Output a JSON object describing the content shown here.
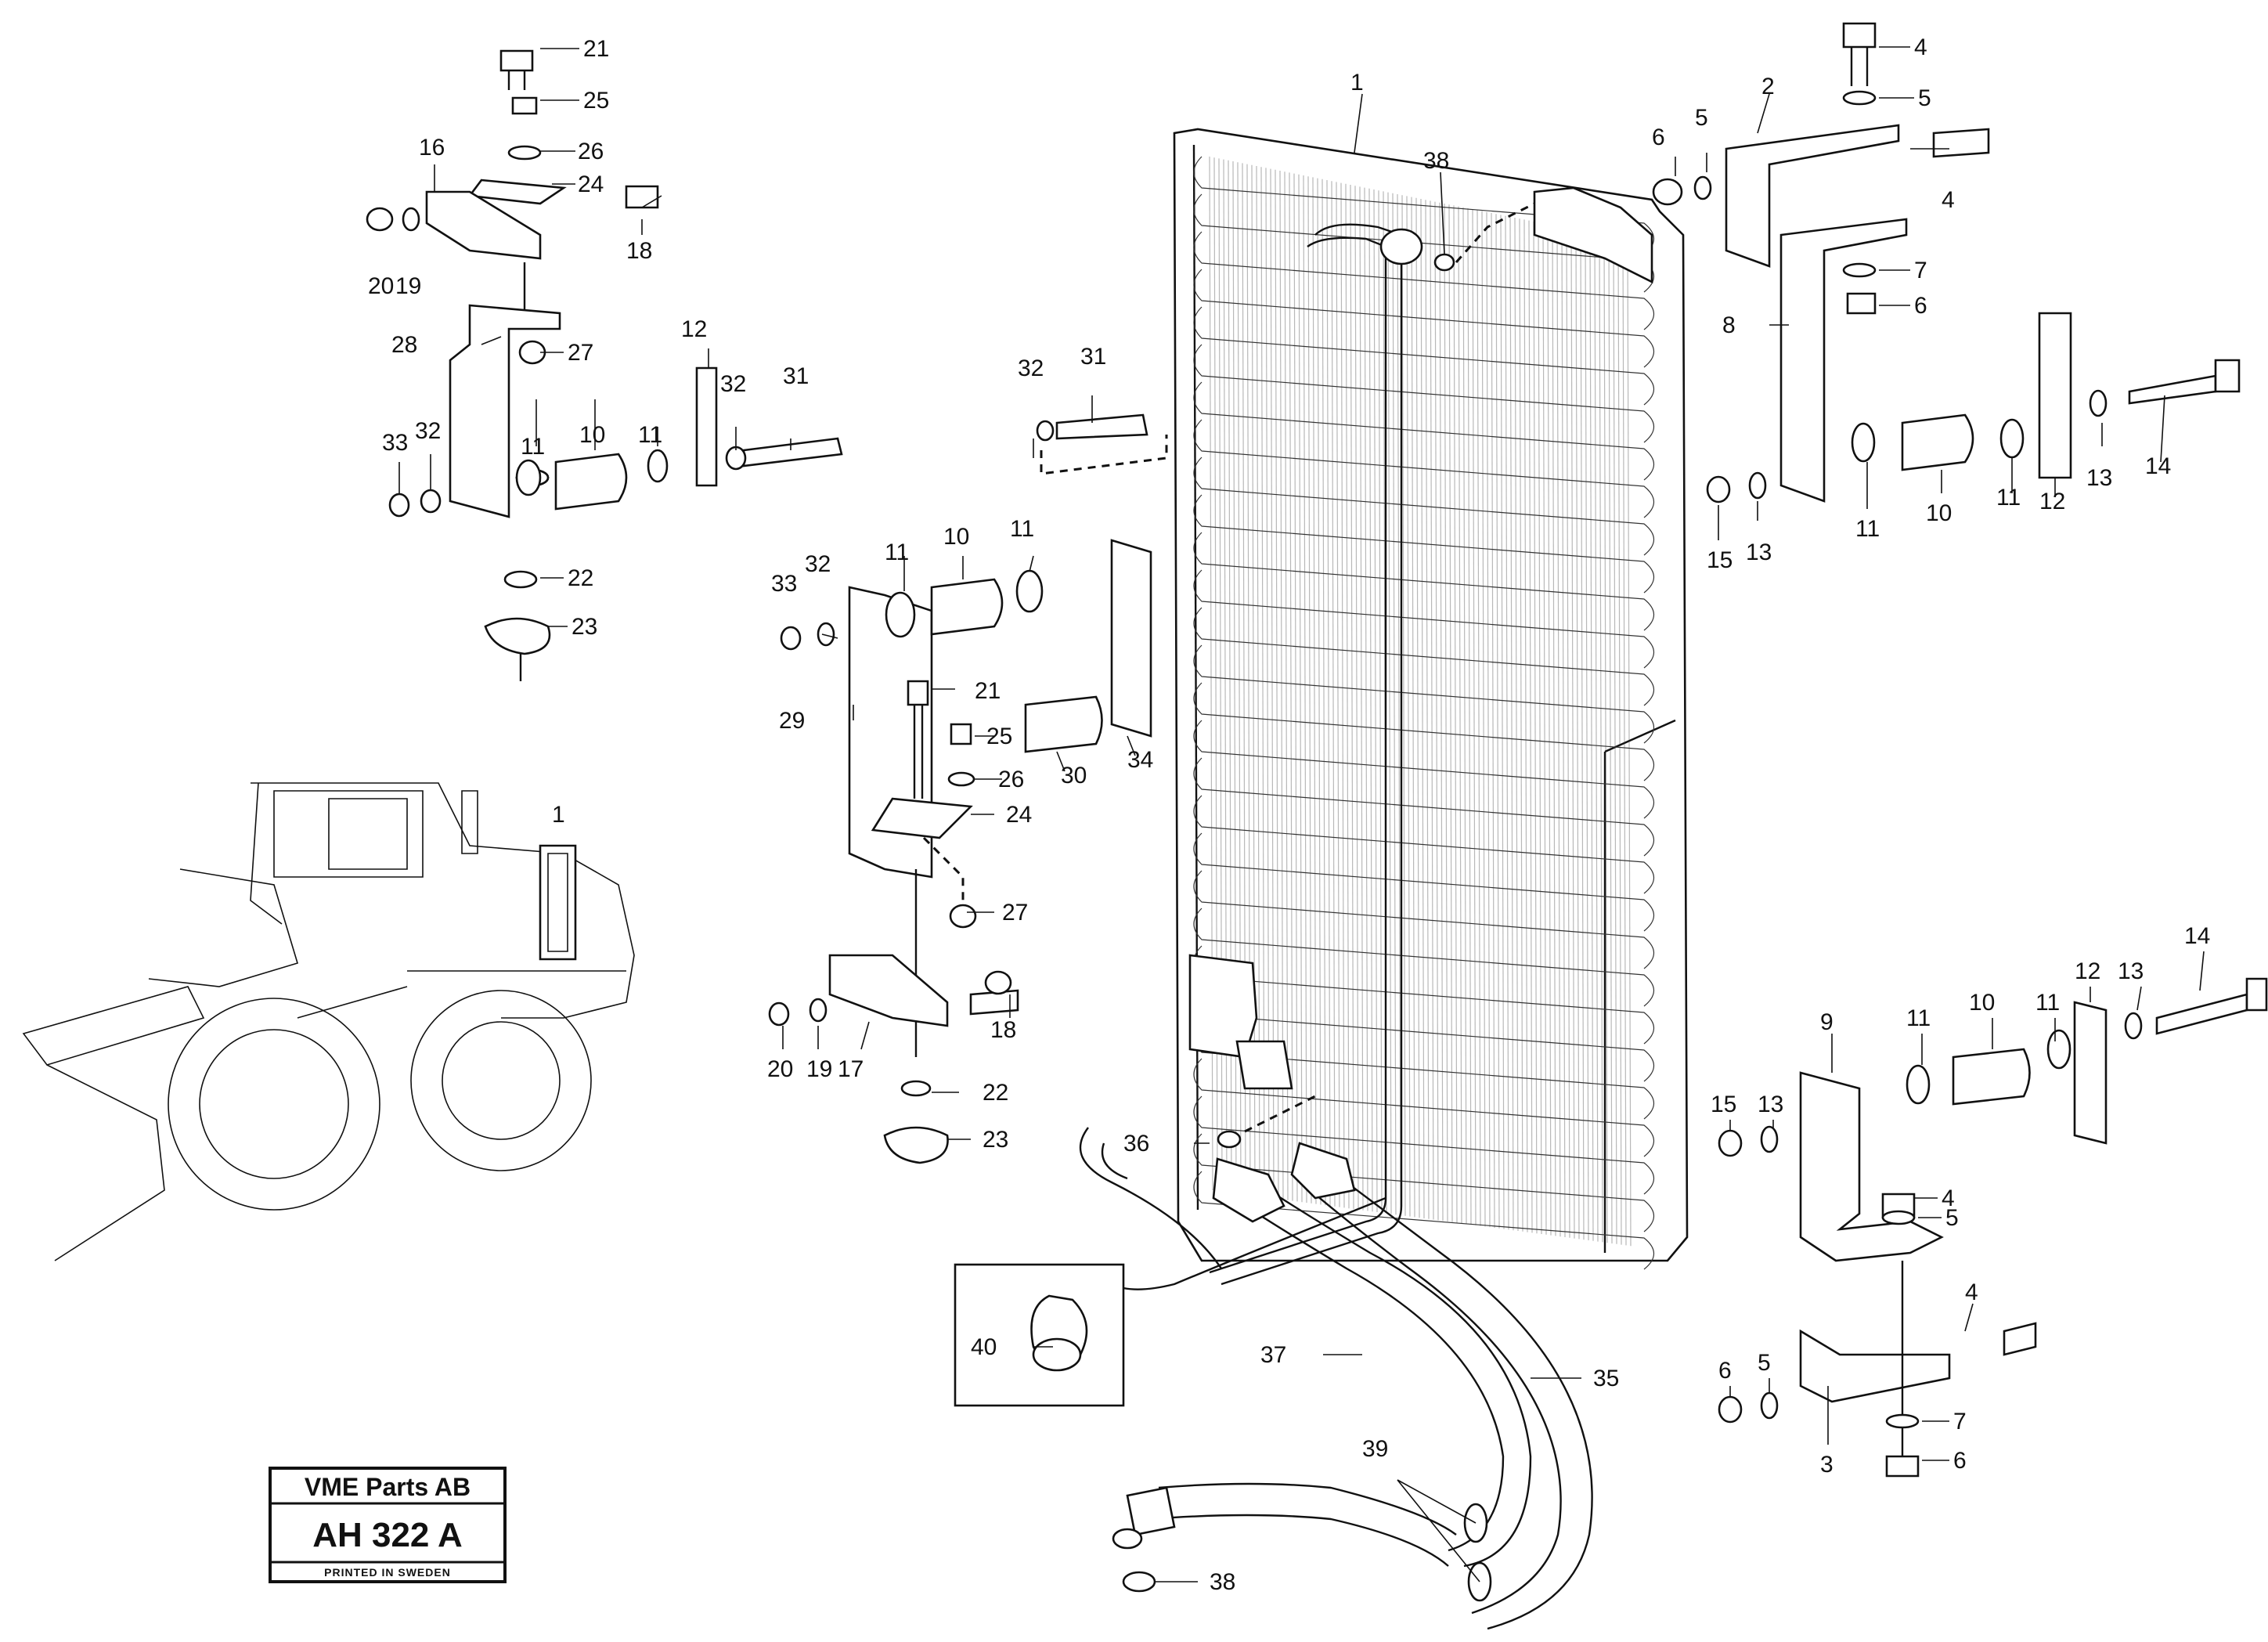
{
  "stamp": {
    "company": "VME Parts AB",
    "code": "AH 322 A",
    "printed": "PRINTED IN SWEDEN"
  },
  "inset_machine_label": "1",
  "callouts": [
    {
      "id": "c1a",
      "text": "1"
    },
    {
      "id": "c38a",
      "text": "38"
    },
    {
      "id": "c2",
      "text": "2"
    },
    {
      "id": "c4a",
      "text": "4"
    },
    {
      "id": "c5a",
      "text": "5"
    },
    {
      "id": "c5b",
      "text": "5"
    },
    {
      "id": "c6a",
      "text": "6"
    },
    {
      "id": "c4b",
      "text": "4"
    },
    {
      "id": "c7a",
      "text": "7"
    },
    {
      "id": "c6b",
      "text": "6"
    },
    {
      "id": "c8",
      "text": "8"
    },
    {
      "id": "c14a",
      "text": "14"
    },
    {
      "id": "c13a",
      "text": "13"
    },
    {
      "id": "c12a",
      "text": "12"
    },
    {
      "id": "c11a",
      "text": "11"
    },
    {
      "id": "c10a",
      "text": "10"
    },
    {
      "id": "c11b",
      "text": "11"
    },
    {
      "id": "c15a",
      "text": "15"
    },
    {
      "id": "c13b",
      "text": "13"
    },
    {
      "id": "c21a",
      "text": "21"
    },
    {
      "id": "c25a",
      "text": "25"
    },
    {
      "id": "c26a",
      "text": "26"
    },
    {
      "id": "c16",
      "text": "16"
    },
    {
      "id": "c24a",
      "text": "24"
    },
    {
      "id": "c18a",
      "text": "18"
    },
    {
      "id": "c20a",
      "text": "20"
    },
    {
      "id": "c19a",
      "text": "19"
    },
    {
      "id": "c28",
      "text": "28"
    },
    {
      "id": "c27a",
      "text": "27"
    },
    {
      "id": "c12b",
      "text": "12"
    },
    {
      "id": "c32a",
      "text": "32"
    },
    {
      "id": "c31a",
      "text": "31"
    },
    {
      "id": "c33a",
      "text": "33"
    },
    {
      "id": "c32b",
      "text": "32"
    },
    {
      "id": "c11c",
      "text": "11"
    },
    {
      "id": "c10b",
      "text": "10"
    },
    {
      "id": "c11d",
      "text": "11"
    },
    {
      "id": "c22a",
      "text": "22"
    },
    {
      "id": "c23a",
      "text": "23"
    },
    {
      "id": "c32c",
      "text": "32"
    },
    {
      "id": "c31b",
      "text": "31"
    },
    {
      "id": "c33b",
      "text": "33"
    },
    {
      "id": "c32d",
      "text": "32"
    },
    {
      "id": "c11e",
      "text": "11"
    },
    {
      "id": "c10c",
      "text": "10"
    },
    {
      "id": "c11f",
      "text": "11"
    },
    {
      "id": "c29",
      "text": "29"
    },
    {
      "id": "c21b",
      "text": "21"
    },
    {
      "id": "c25b",
      "text": "25"
    },
    {
      "id": "c26b",
      "text": "26"
    },
    {
      "id": "c30",
      "text": "30"
    },
    {
      "id": "c34",
      "text": "34"
    },
    {
      "id": "c24b",
      "text": "24"
    },
    {
      "id": "c27b",
      "text": "27"
    },
    {
      "id": "c18b",
      "text": "18"
    },
    {
      "id": "c20b",
      "text": "20"
    },
    {
      "id": "c19b",
      "text": "19"
    },
    {
      "id": "c17",
      "text": "17"
    },
    {
      "id": "c22b",
      "text": "22"
    },
    {
      "id": "c23b",
      "text": "23"
    },
    {
      "id": "c36",
      "text": "36"
    },
    {
      "id": "c40",
      "text": "40"
    },
    {
      "id": "c37",
      "text": "37"
    },
    {
      "id": "c35",
      "text": "35"
    },
    {
      "id": "c39",
      "text": "39"
    },
    {
      "id": "c38b",
      "text": "38"
    },
    {
      "id": "c9",
      "text": "9"
    },
    {
      "id": "c11g",
      "text": "11"
    },
    {
      "id": "c10d",
      "text": "10"
    },
    {
      "id": "c11h",
      "text": "11"
    },
    {
      "id": "c12c",
      "text": "12"
    },
    {
      "id": "c13c",
      "text": "13"
    },
    {
      "id": "c14b",
      "text": "14"
    },
    {
      "id": "c15b",
      "text": "15"
    },
    {
      "id": "c13d",
      "text": "13"
    },
    {
      "id": "c4c",
      "text": "4"
    },
    {
      "id": "c5c",
      "text": "5"
    },
    {
      "id": "c4d",
      "text": "4"
    },
    {
      "id": "c6c",
      "text": "6"
    },
    {
      "id": "c5d",
      "text": "5"
    },
    {
      "id": "c7b",
      "text": "7"
    },
    {
      "id": "c3",
      "text": "3"
    },
    {
      "id": "c6d",
      "text": "6"
    }
  ]
}
